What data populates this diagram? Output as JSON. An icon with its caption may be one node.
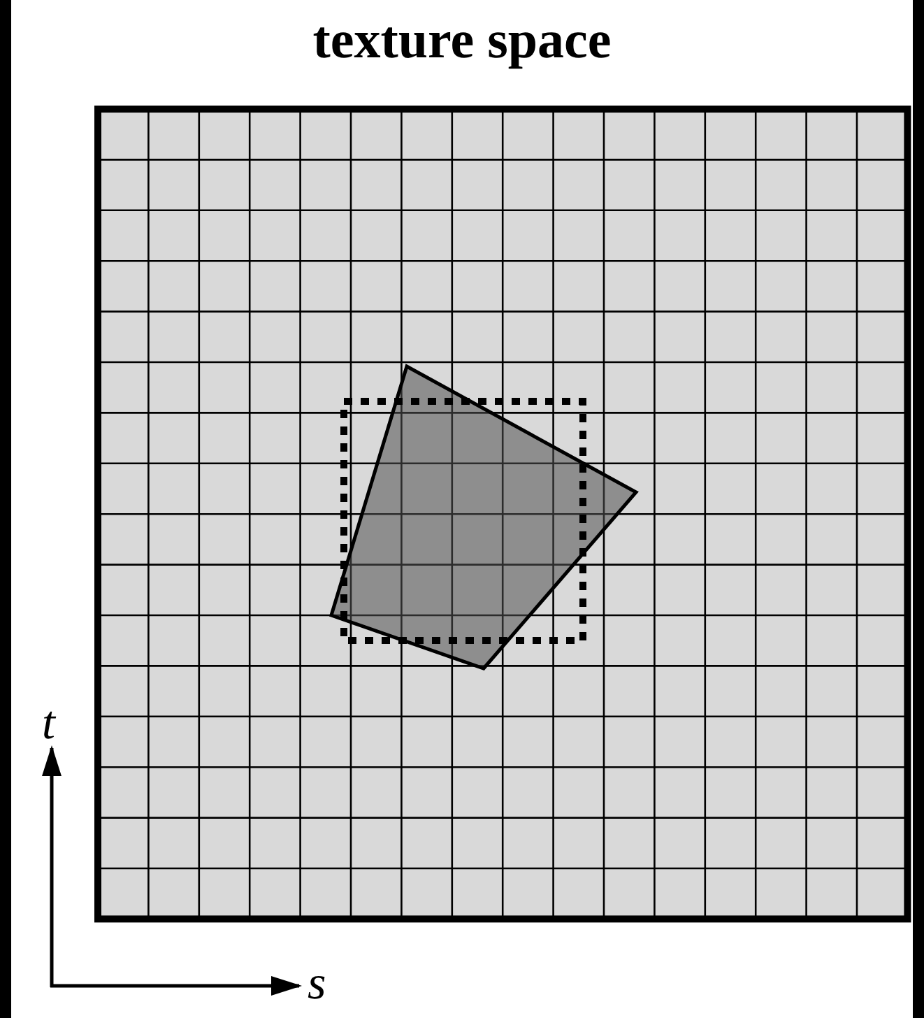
{
  "diagram": {
    "title": "texture space",
    "labels": [
      "t",
      "s"
    ]
  }
}
